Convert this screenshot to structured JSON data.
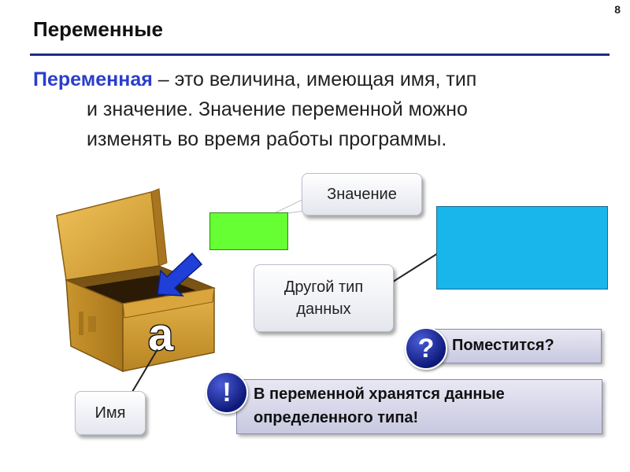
{
  "slide": {
    "page_number": "8",
    "title": "Переменные"
  },
  "definition": {
    "term": "Переменная",
    "line1_rest": " – это величина, имеющая имя, тип",
    "line2": "и значение. Значение переменной можно",
    "line3": "изменять во время работы программы."
  },
  "illustration": {
    "variable_letter": "a"
  },
  "callouts": {
    "value_label": "Значение",
    "type_label_line1": "Другой тип",
    "type_label_line2": "данных",
    "name_label": "Имя"
  },
  "question": {
    "icon": "?",
    "text": "Поместится?"
  },
  "note": {
    "icon": "!",
    "line1": "В переменной хранятся данные",
    "line2": "определенного типа!"
  },
  "colors": {
    "title_rule": "#1f2b8c",
    "term": "#2a3ec9",
    "value_rect": "#66ff33",
    "other_type_rect": "#18b6ea",
    "badge": "#0e1a7a"
  },
  "icons": {
    "arrow": "arrow-pointing-into-box-icon",
    "box": "open-cardboard-box-icon"
  }
}
